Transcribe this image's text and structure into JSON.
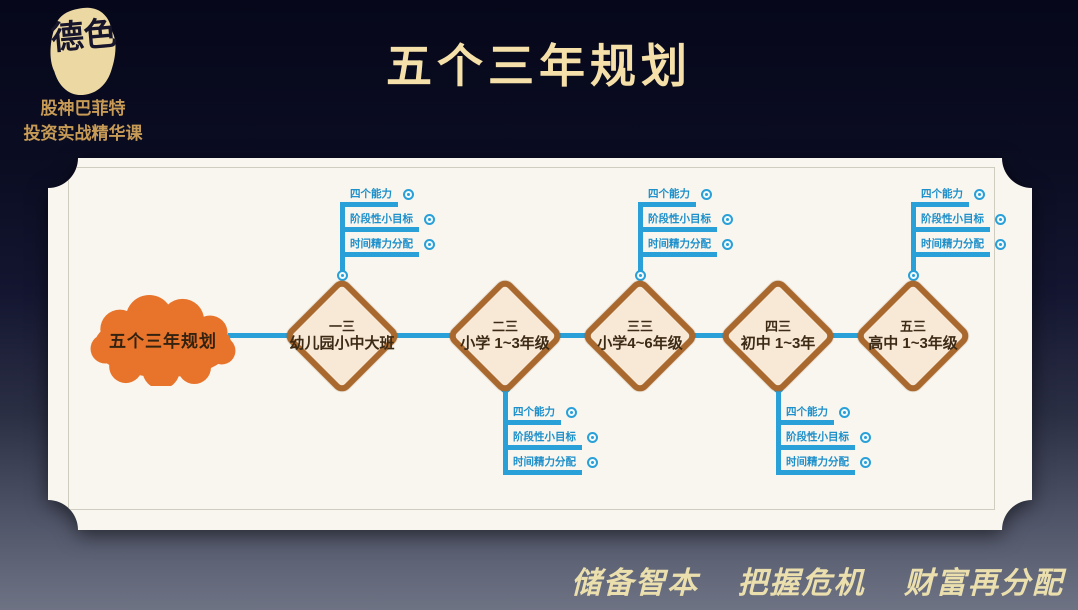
{
  "header": {
    "seal_text": "德色",
    "brand_line1": "股神巴菲特",
    "brand_line2": "投资实战精华课",
    "title": "五个三年规划"
  },
  "mindmap": {
    "root_label": "五个三年规划",
    "branch_labels": [
      "四个能力",
      "阶段性小目标",
      "时间精力分配"
    ],
    "nodes": [
      {
        "stage": "一三",
        "name": "幼儿园小中大班",
        "branch_side": "up"
      },
      {
        "stage": "二三",
        "name": "小学 1~3年级",
        "branch_side": "down"
      },
      {
        "stage": "三三",
        "name": "小学4~6年级",
        "branch_side": "up"
      },
      {
        "stage": "四三",
        "name": "初中 1~3年",
        "branch_side": "down"
      },
      {
        "stage": "五三",
        "name": "高中 1~3年级",
        "branch_side": "up"
      }
    ],
    "icons": {
      "node_toggle": "circle-dot-icon",
      "branch_toggle": "circle-dot-icon"
    }
  },
  "footer": {
    "motto_parts": [
      "储备智本",
      "把握危机",
      "财富再分配"
    ]
  },
  "colors": {
    "background_top": "#06071a",
    "background_bottom": "#6e7384",
    "title_gold": "#f4e0a8",
    "brand_gold": "#c79a55",
    "card_paper": "#f8f6ef",
    "line_blue": "#2aa0d8",
    "diamond_border": "#a8682e",
    "diamond_fill": "#f8e8d6",
    "cloud_orange": "#e8742c"
  }
}
